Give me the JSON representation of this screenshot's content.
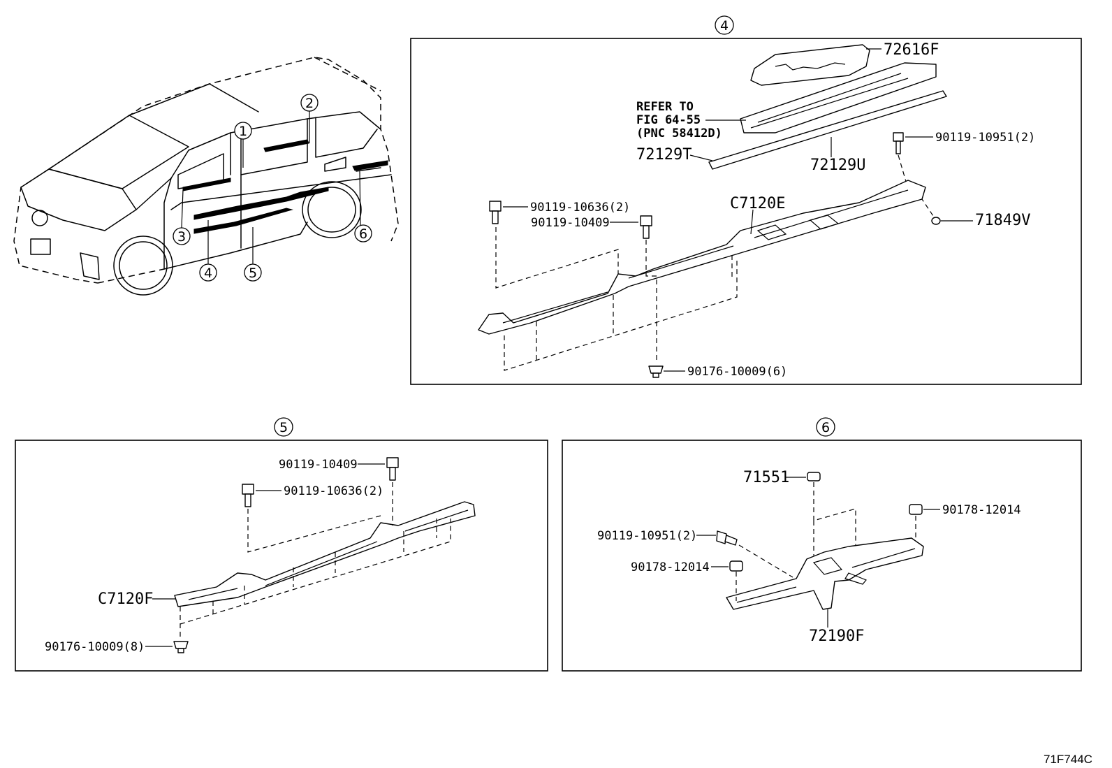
{
  "overview": {
    "callouts": [
      "1",
      "2",
      "3",
      "4",
      "5",
      "6"
    ]
  },
  "section4": {
    "index": "4",
    "labels": {
      "p72616F": "72616F",
      "refer1": "REFER TO",
      "refer2": "FIG 64-55",
      "refer3": "(PNC 58412D)",
      "p72129T": "72129T",
      "p72129U": "72129U",
      "p90119_10951": "90119-10951(2)",
      "p90119_10636": "90119-10636(2)",
      "p90119_10409": "90119-10409",
      "pC7120E": "C7120E",
      "p71849V": "71849V",
      "p90176_10009": "90176-10009(6)"
    }
  },
  "section5": {
    "index": "5",
    "labels": {
      "p90119_10409": "90119-10409",
      "p90119_10636": "90119-10636(2)",
      "pC7120F": "C7120F",
      "p90176_10009": "90176-10009(8)"
    }
  },
  "section6": {
    "index": "6",
    "labels": {
      "p71551": "71551",
      "p90178_12014_a": "90178-12014",
      "p90119_10951": "90119-10951(2)",
      "p90178_12014_b": "90178-12014",
      "p72190F": "72190F"
    }
  },
  "figure_code": "71F744C"
}
